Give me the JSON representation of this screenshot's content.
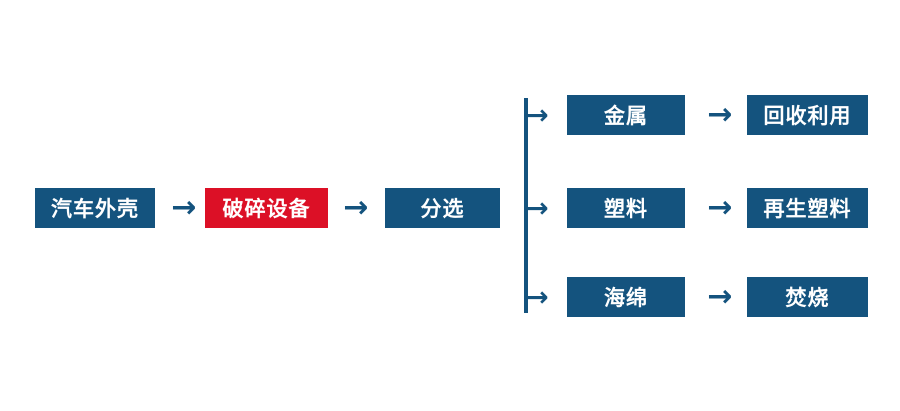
{
  "diagram": {
    "title_semantic": "car-shell-recycling-flowchart",
    "arrow_glyph": "→",
    "main_flow": [
      {
        "id": "car-shell",
        "label": "汽车外壳",
        "style": "blue"
      },
      {
        "id": "crushing-equipment",
        "label": "破碎设备",
        "style": "red"
      },
      {
        "id": "sorting",
        "label": "分选",
        "style": "blue"
      }
    ],
    "branches": [
      {
        "material": "金属",
        "destination": "回收利用"
      },
      {
        "material": "塑料",
        "destination": "再生塑料"
      },
      {
        "material": "海绵",
        "destination": "焚烧"
      }
    ],
    "colors": {
      "node_blue": "#14537E",
      "node_red": "#DC1026",
      "arrow_blue": "#14537E",
      "label_text": "#FFFFFF",
      "background": "#FFFFFF"
    }
  }
}
